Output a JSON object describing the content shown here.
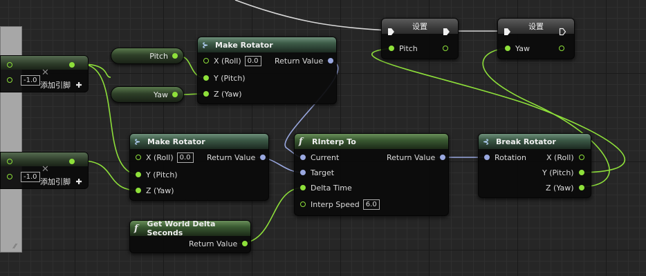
{
  "colors": {
    "float_pin": "#8ee03a",
    "rotator_pin": "#9aa8e0",
    "exec_wire": "#d8d8d8"
  },
  "partial_nodes": [
    {
      "value": "-1.0",
      "add_pin_label": "添加引脚",
      "add_icon": "plus-icon",
      "remove_icon": "close-icon"
    },
    {
      "value": "-1.0",
      "add_pin_label": "添加引脚",
      "add_icon": "plus-icon",
      "remove_icon": "close-icon"
    }
  ],
  "var_pitch": {
    "label": "Pitch"
  },
  "var_yaw": {
    "label": "Yaw"
  },
  "make_rotator_top": {
    "title": "Make Rotator",
    "x_label": "X (Roll)",
    "x_value": "0.0",
    "y_label": "Y (Pitch)",
    "z_label": "Z (Yaw)",
    "return_label": "Return Value"
  },
  "make_rotator_bottom": {
    "title": "Make Rotator",
    "x_label": "X (Roll)",
    "x_value": "0.0",
    "y_label": "Y (Pitch)",
    "z_label": "Z (Yaw)",
    "return_label": "Return Value"
  },
  "get_delta": {
    "title": "Get World Delta Seconds",
    "return_label": "Return Value"
  },
  "rinterp": {
    "title": "RInterp To",
    "current_label": "Current",
    "target_label": "Target",
    "delta_label": "Delta Time",
    "speed_label": "Interp Speed",
    "speed_value": "6.0",
    "return_label": "Return Value"
  },
  "break_rotator": {
    "title": "Break Rotator",
    "rotation_label": "Rotation",
    "x_label": "X (Roll)",
    "y_label": "Y (Pitch)",
    "z_label": "Z (Yaw)"
  },
  "set_pitch": {
    "title": "设置",
    "pin_label": "Pitch"
  },
  "set_yaw": {
    "title": "设置",
    "pin_label": "Yaw"
  }
}
